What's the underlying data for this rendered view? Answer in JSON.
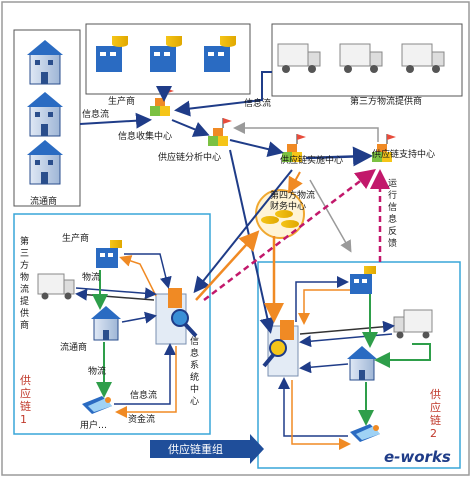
{
  "labels": {
    "producer_top": "生产商",
    "third_party_top": "第三方物流提供商",
    "info_flow_1": "信息流",
    "info_flow_2": "信息流",
    "info_collect": "信息收集中心",
    "sc_analysis": "供应链分析中心",
    "sc_impl": "供应链实施中心",
    "sc_support": "供应链支持中心",
    "distributor_top": "流通商",
    "fourth_party_1": "第四方物流",
    "fourth_party_2": "财务中心",
    "feedback": [
      "运",
      "行",
      "信",
      "息",
      "反",
      "馈"
    ],
    "producer_l": "生产商",
    "third_party_l": [
      "第",
      "三",
      "方",
      "物",
      "流",
      "提",
      "供",
      "商"
    ],
    "logistics_1": "物流",
    "distributor_l": "流通商",
    "logistics_2": "物流",
    "info_sys": [
      "信",
      "息",
      "系",
      "统",
      "中",
      "心"
    ],
    "info_flow_3": "信息流",
    "capital_flow": "资金流",
    "users": "用户…",
    "sc1": [
      "供",
      "应",
      "链",
      "1"
    ],
    "sc2": [
      "供",
      "应",
      "链",
      "2"
    ],
    "restructure": "供应链重组",
    "watermark": "e-works"
  },
  "colors": {
    "dark_blue": "#1f3c88",
    "orange": "#f08a24",
    "green": "#2e9e4a",
    "magenta": "#c2186b",
    "gray": "#9a9a9a",
    "box_border": "#39a5d8",
    "banner": "#1f4e9a"
  }
}
